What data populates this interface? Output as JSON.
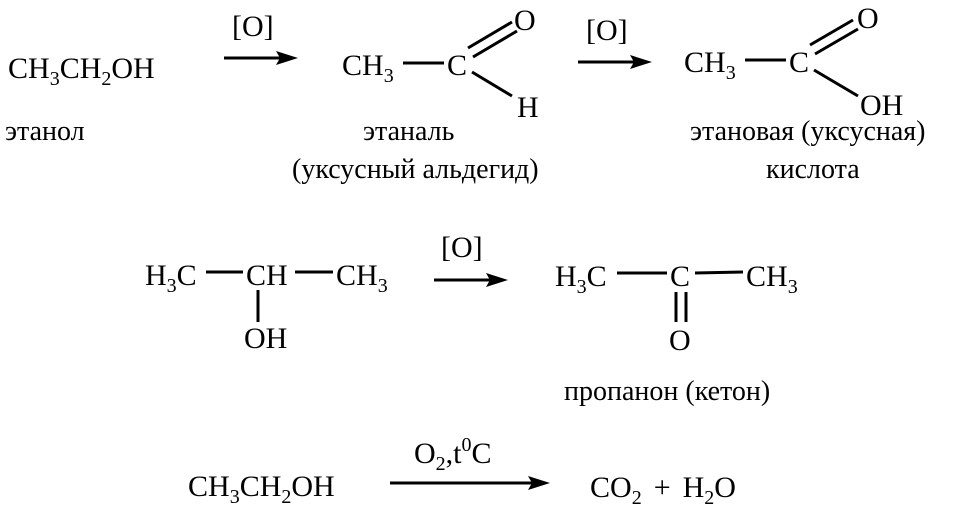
{
  "reaction1": {
    "ethanol": {
      "p1": "CH",
      "s1": "3",
      "p2": "CH",
      "s2": "2",
      "p3": "OH"
    },
    "ethanol_name": "этанол",
    "oxidant": "[O]",
    "ethanal": {
      "ch": "CH",
      "ch_sub": "3",
      "c": "C",
      "o": "O",
      "h": "H"
    },
    "ethanal_name": "этаналь",
    "ethanal_alt_name": "(уксусный альдегид)",
    "oxidant2": "[O]",
    "acid": {
      "ch": "CH",
      "ch_sub": "3",
      "c": "C",
      "o": "O",
      "oh": "OH"
    },
    "acid_name_line1": "этановая (уксусная)",
    "acid_name_line2": "кислота"
  },
  "reaction2": {
    "isopropanol": {
      "h": "H",
      "h_sub": "3",
      "c1": "C",
      "ch": "CH",
      "ch3": "CH",
      "ch3_sub": "3",
      "oh": "OH"
    },
    "oxidant": "[O]",
    "acetone": {
      "h": "H",
      "h_sub": "3",
      "c1": "C",
      "c": "C",
      "ch3": "CH",
      "ch3_sub": "3",
      "o": "O"
    },
    "acetone_name": "пропанон (кетон)"
  },
  "reaction3": {
    "ethanol": {
      "p1": "CH",
      "s1": "3",
      "p2": "CH",
      "s2": "2",
      "p3": "OH"
    },
    "condition": {
      "o": "O",
      "o_sub": "2",
      "sep": ",t",
      "sup": "0",
      "c": "C"
    },
    "products": {
      "co": "CO",
      "co_sub": "2",
      "plus": "+",
      "h": "H",
      "h_sub": "2",
      "o": "O"
    }
  }
}
